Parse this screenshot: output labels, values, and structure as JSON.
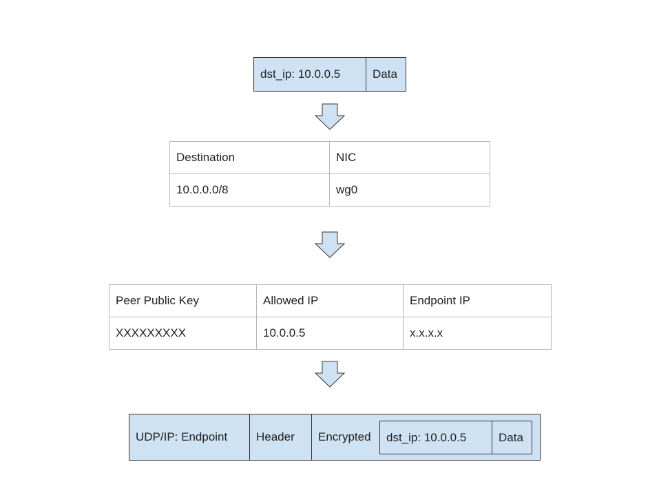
{
  "packet": {
    "dst_ip": "dst_ip: 10.0.0.5",
    "data": "Data"
  },
  "routing_table": {
    "headers": [
      "Destination",
      "NIC"
    ],
    "rows": [
      [
        "10.0.0.0/8",
        "wg0"
      ]
    ]
  },
  "peer_table": {
    "headers": [
      "Peer Public Key",
      "Allowed IP",
      "Endpoint IP"
    ],
    "rows": [
      [
        "XXXXXXXXX",
        "10.0.0.5",
        "x.x.x.x"
      ]
    ]
  },
  "encapsulated": {
    "udp_ip": "UDP/IP: Endpoint",
    "header": "Header",
    "encrypted": "Encrypted",
    "inner_dst_ip": "dst_ip: 10.0.0.5",
    "inner_data": "Data"
  },
  "colors": {
    "packet_fill": "#cfe2f3",
    "packet_border": "#333333",
    "table_border": "#b7b7b7"
  },
  "icons": [
    "down-arrow-icon",
    "down-arrow-icon",
    "down-arrow-icon"
  ]
}
